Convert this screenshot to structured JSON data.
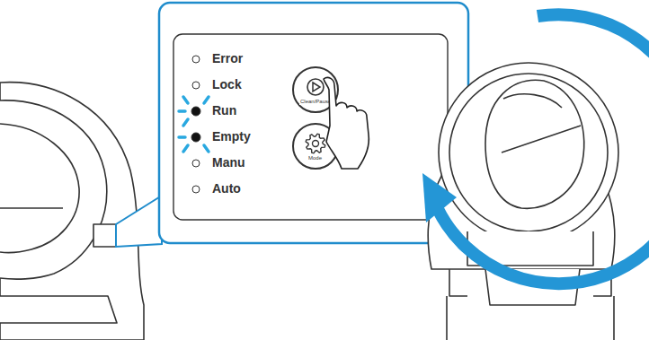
{
  "diagram": {
    "nodes": [
      {
        "text": [
          "Clean/Pause"
        ]
      },
      {
        "text": [
          "Mode"
        ]
      }
    ],
    "labels": [
      "Error",
      "Lock",
      "Run",
      "Empty",
      "Manu",
      "Auto"
    ]
  }
}
